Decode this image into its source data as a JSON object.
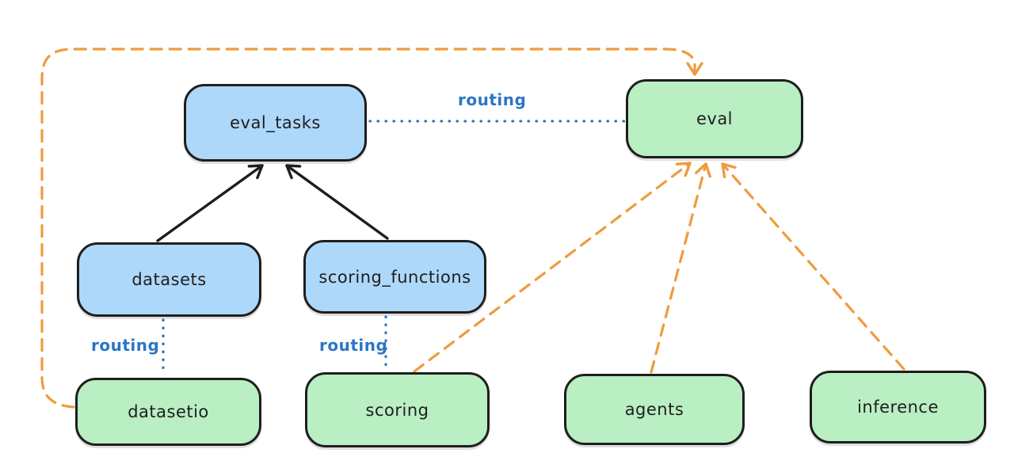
{
  "diagram": {
    "type": "flow-diagram",
    "labels": {
      "routing": "routing"
    },
    "colors": {
      "blue_box_fill": "#aed8fa",
      "green_box_fill": "#b9efc2",
      "box_stroke": "#1e1e1e",
      "solid_arrow": "#1e1e1e",
      "routing_blue": "#2b76c6",
      "dashed_orange": "#ef9b3e",
      "background": "#ffffff"
    },
    "nodes": [
      {
        "id": "eval_tasks",
        "label": "eval_tasks",
        "color": "blue"
      },
      {
        "id": "eval",
        "label": "eval",
        "color": "green"
      },
      {
        "id": "datasets",
        "label": "datasets",
        "color": "blue"
      },
      {
        "id": "scoring_functions",
        "label": "scoring_functions",
        "color": "blue"
      },
      {
        "id": "datasetio",
        "label": "datasetio",
        "color": "green"
      },
      {
        "id": "scoring",
        "label": "scoring",
        "color": "green"
      },
      {
        "id": "agents",
        "label": "agents",
        "color": "green"
      },
      {
        "id": "inference",
        "label": "inference",
        "color": "green"
      }
    ],
    "edges": [
      {
        "from": "datasets",
        "to": "eval_tasks",
        "style": "solid-black-arrow"
      },
      {
        "from": "scoring_functions",
        "to": "eval_tasks",
        "style": "solid-black-arrow"
      },
      {
        "from": "eval_tasks",
        "to": "eval",
        "style": "dotted-blue-line",
        "label": "routing"
      },
      {
        "from": "datasets",
        "to": "datasetio",
        "style": "dotted-blue-line",
        "label": "routing"
      },
      {
        "from": "scoring_functions",
        "to": "scoring",
        "style": "dotted-blue-line",
        "label": "routing"
      },
      {
        "from": "datasetio",
        "to": "eval",
        "style": "dashed-orange-arrow",
        "route": "around-left-and-top"
      },
      {
        "from": "scoring",
        "to": "eval",
        "style": "dashed-orange-arrow"
      },
      {
        "from": "agents",
        "to": "eval",
        "style": "dashed-orange-arrow"
      },
      {
        "from": "inference",
        "to": "eval",
        "style": "dashed-orange-arrow"
      }
    ]
  }
}
